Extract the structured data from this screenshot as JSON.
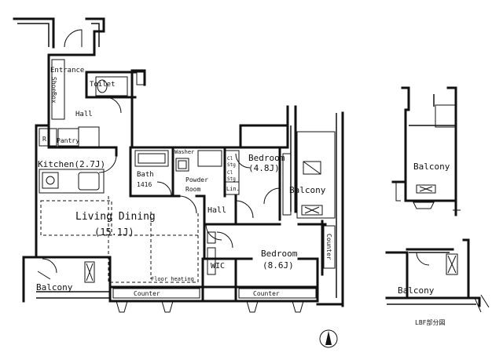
{
  "rooms": {
    "entrance": "Entrance",
    "shoebox": "ShoeBox",
    "toilet": "Toilet",
    "hall_upper": "Hall",
    "refrigerator": "R",
    "pantry": "Pantry",
    "kitchen": "Kitchen(2.7J)",
    "living_dining": "Living Dining",
    "living_dining_size": "(15.1J)",
    "floor_heating": "Floor heating",
    "balcony_left": "Balcony",
    "counter_left": "Counter",
    "bath": "Bath",
    "bath_size": "1416",
    "washer": "Washer",
    "powder_room": "Powder\nRoom",
    "hall_center": "Hall",
    "storage_top": "Cl\nStg",
    "storage_bottom": "Cl\nStg",
    "linen": "Lin.",
    "bedroom_small": "Bedroom",
    "bedroom_small_size": "(4.8J)",
    "balcony_mid": "Balcony",
    "bedroom_large": "Bedroom",
    "bedroom_large_size": "(8.6J)",
    "wic": "WIC",
    "counter_right": "Counter",
    "counter_bottom": "Counter",
    "balcony_upper_right": "Balcony",
    "balcony_lower_right": "Balcony"
  },
  "caption": "LBF部分図",
  "north_icon": "north-arrow-icon"
}
